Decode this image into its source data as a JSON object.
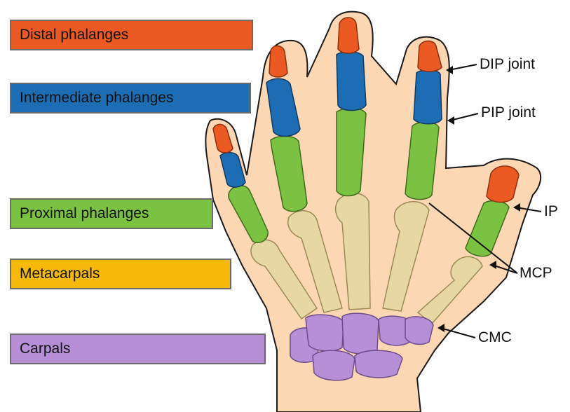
{
  "legend": {
    "distal": {
      "label": "Distal phalanges",
      "color": "#ea5a22"
    },
    "intermediate": {
      "label": "Intermediate phalanges",
      "color": "#1d6db5"
    },
    "proximal": {
      "label": "Proximal phalanges",
      "color": "#7cc242"
    },
    "metacarpals": {
      "label": "Metacarpals",
      "color": "#f7b90a"
    },
    "carpals": {
      "label": "Carpals",
      "color": "#b68fd6"
    }
  },
  "joints": {
    "dip": "DIP joint",
    "pip": "PIP joint",
    "ip": "IP",
    "mcp": "MCP",
    "cmc": "CMC"
  },
  "colors": {
    "skin": "#fcd7b3",
    "metacarpal_bone": "#e7d7a3",
    "outline": "#1a1a1a"
  }
}
